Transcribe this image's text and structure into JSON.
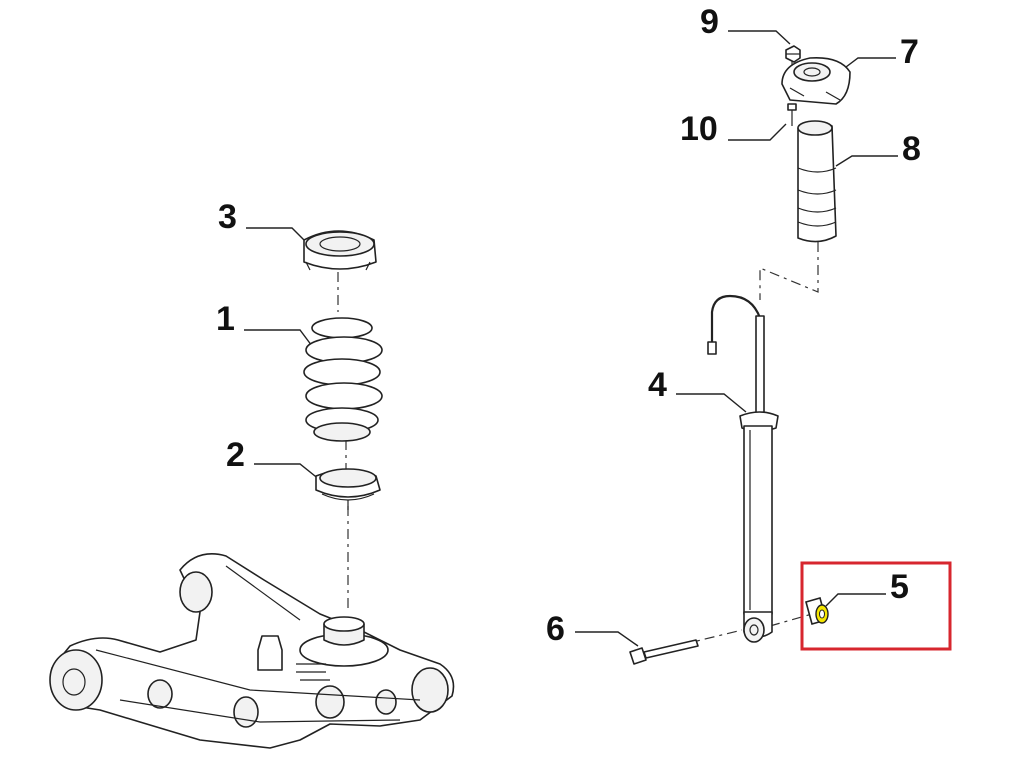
{
  "callouts": [
    {
      "id": "1",
      "label": "1"
    },
    {
      "id": "2",
      "label": "2"
    },
    {
      "id": "3",
      "label": "3"
    },
    {
      "id": "4",
      "label": "4"
    },
    {
      "id": "5",
      "label": "5"
    },
    {
      "id": "6",
      "label": "6"
    },
    {
      "id": "7",
      "label": "7"
    },
    {
      "id": "8",
      "label": "8"
    },
    {
      "id": "9",
      "label": "9"
    },
    {
      "id": "10",
      "label": "10"
    }
  ],
  "highlight": {
    "target": "5",
    "color": "#d7262e"
  },
  "colors": {
    "line": "#222222",
    "part_highlight": "#f5e600"
  }
}
